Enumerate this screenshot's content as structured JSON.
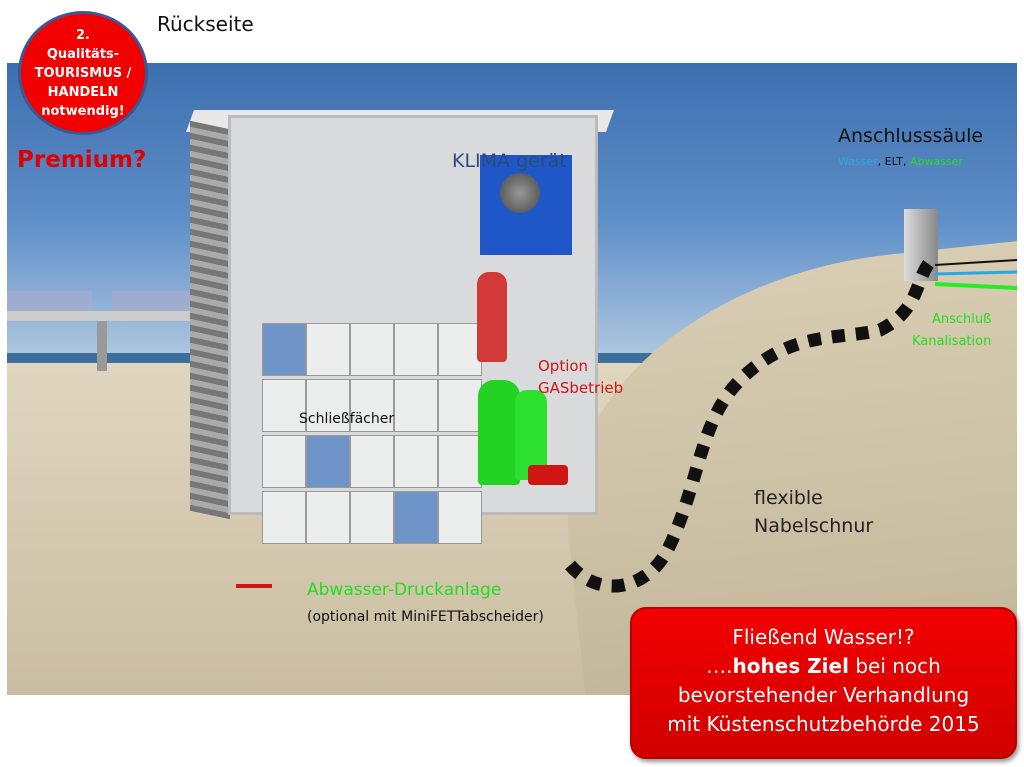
{
  "title": "Rückseite",
  "badge": {
    "lines": [
      "2.",
      "Qualitäts-",
      "TOURISMUS /",
      "HANDELN",
      "notwendig!"
    ]
  },
  "premium": "Premium?",
  "labels": {
    "klima": "KLIMA gerät",
    "anschlusssaeule": "Anschlusssäule",
    "wasser": "Wasser",
    "elt": ", ELT, ",
    "abwasser": "Abwasser",
    "anschluss1": "Anschluß",
    "anschluss2": "Kanalisation",
    "option1": "Option",
    "option2": "GASbetrieb",
    "schliess": "Schließfächer",
    "flex1": "flexible",
    "flex2": "Nabelschnur",
    "druck": "Abwasser-Druckanlage",
    "druck_sub": "(optional mit MiniFETTabscheider)"
  },
  "callout": {
    "l1": "Fließend Wasser!?",
    "l2a": "….",
    "l2b": "hohes Ziel",
    "l2c": " bei noch",
    "l3": "bevorstehender Verhandlung",
    "l4": "mit Küstenschutzbehörde 2015"
  },
  "colors": {
    "red": "#f20000",
    "green": "#22dd22",
    "blue": "#1f57c9",
    "cyan": "#2aa8e0"
  }
}
